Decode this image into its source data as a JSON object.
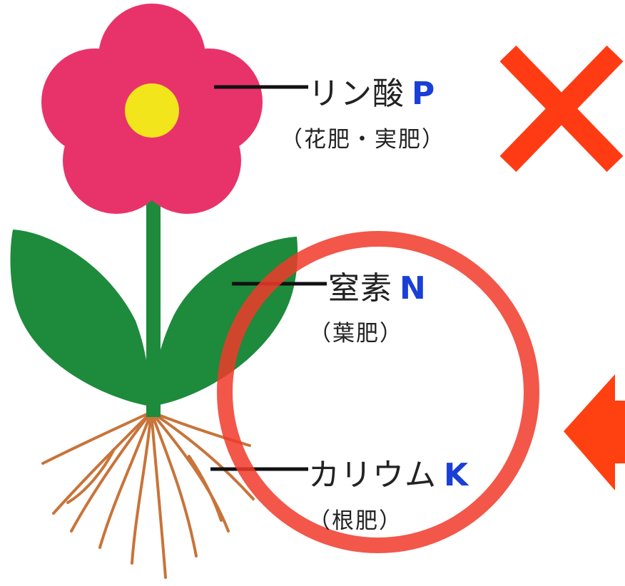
{
  "nutrients": [
    {
      "name": "リン酸",
      "symbol": "P",
      "role": "（花肥・実肥）"
    },
    {
      "name": "窒素",
      "symbol": "N",
      "role": "（葉肥）"
    },
    {
      "name": "カリウム",
      "symbol": "K",
      "role": "（根肥）"
    }
  ],
  "colors": {
    "petal": "#e8336a",
    "center": "#f3e51c",
    "stem_leaf": "#1e8a3c",
    "root": "#c8743a",
    "symbol": "#1a3fd6",
    "mark": "#ff3b14",
    "circle": "#f03a2a",
    "arrow": "#ff4010"
  },
  "icons": {
    "cross_mark": "red-x-icon",
    "circle_mark": "red-circle-icon",
    "arrow": "left-arrow-icon"
  }
}
